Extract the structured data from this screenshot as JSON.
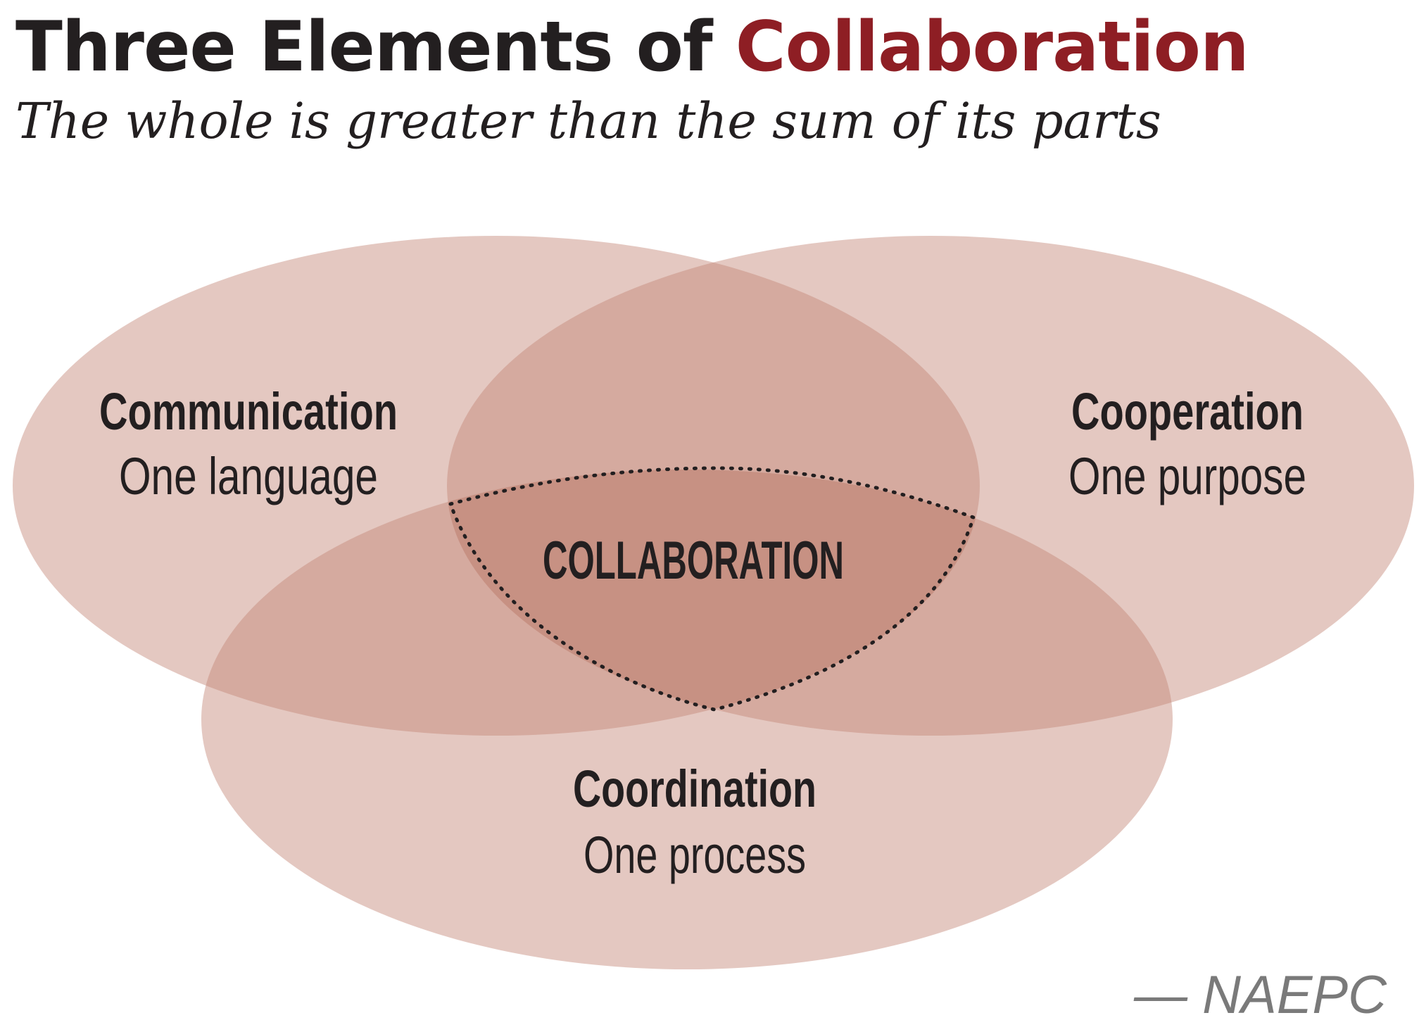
{
  "header": {
    "title_main": "Three Elements of",
    "title_accent": "Collaboration",
    "subtitle": "The whole is greater than the sum of its parts"
  },
  "circles": [
    {
      "name": "Communication",
      "detail": "One language"
    },
    {
      "name": "Cooperation",
      "detail": "One purpose"
    },
    {
      "name": "Coordination",
      "detail": "One process"
    }
  ],
  "center": {
    "label": "COLLABORATION"
  },
  "source": "— NAEPC",
  "colors": {
    "circle_fill": "#c38576",
    "center_fill": "#c38b7b",
    "title_accent": "#8e1e24",
    "text": "#231f20"
  }
}
